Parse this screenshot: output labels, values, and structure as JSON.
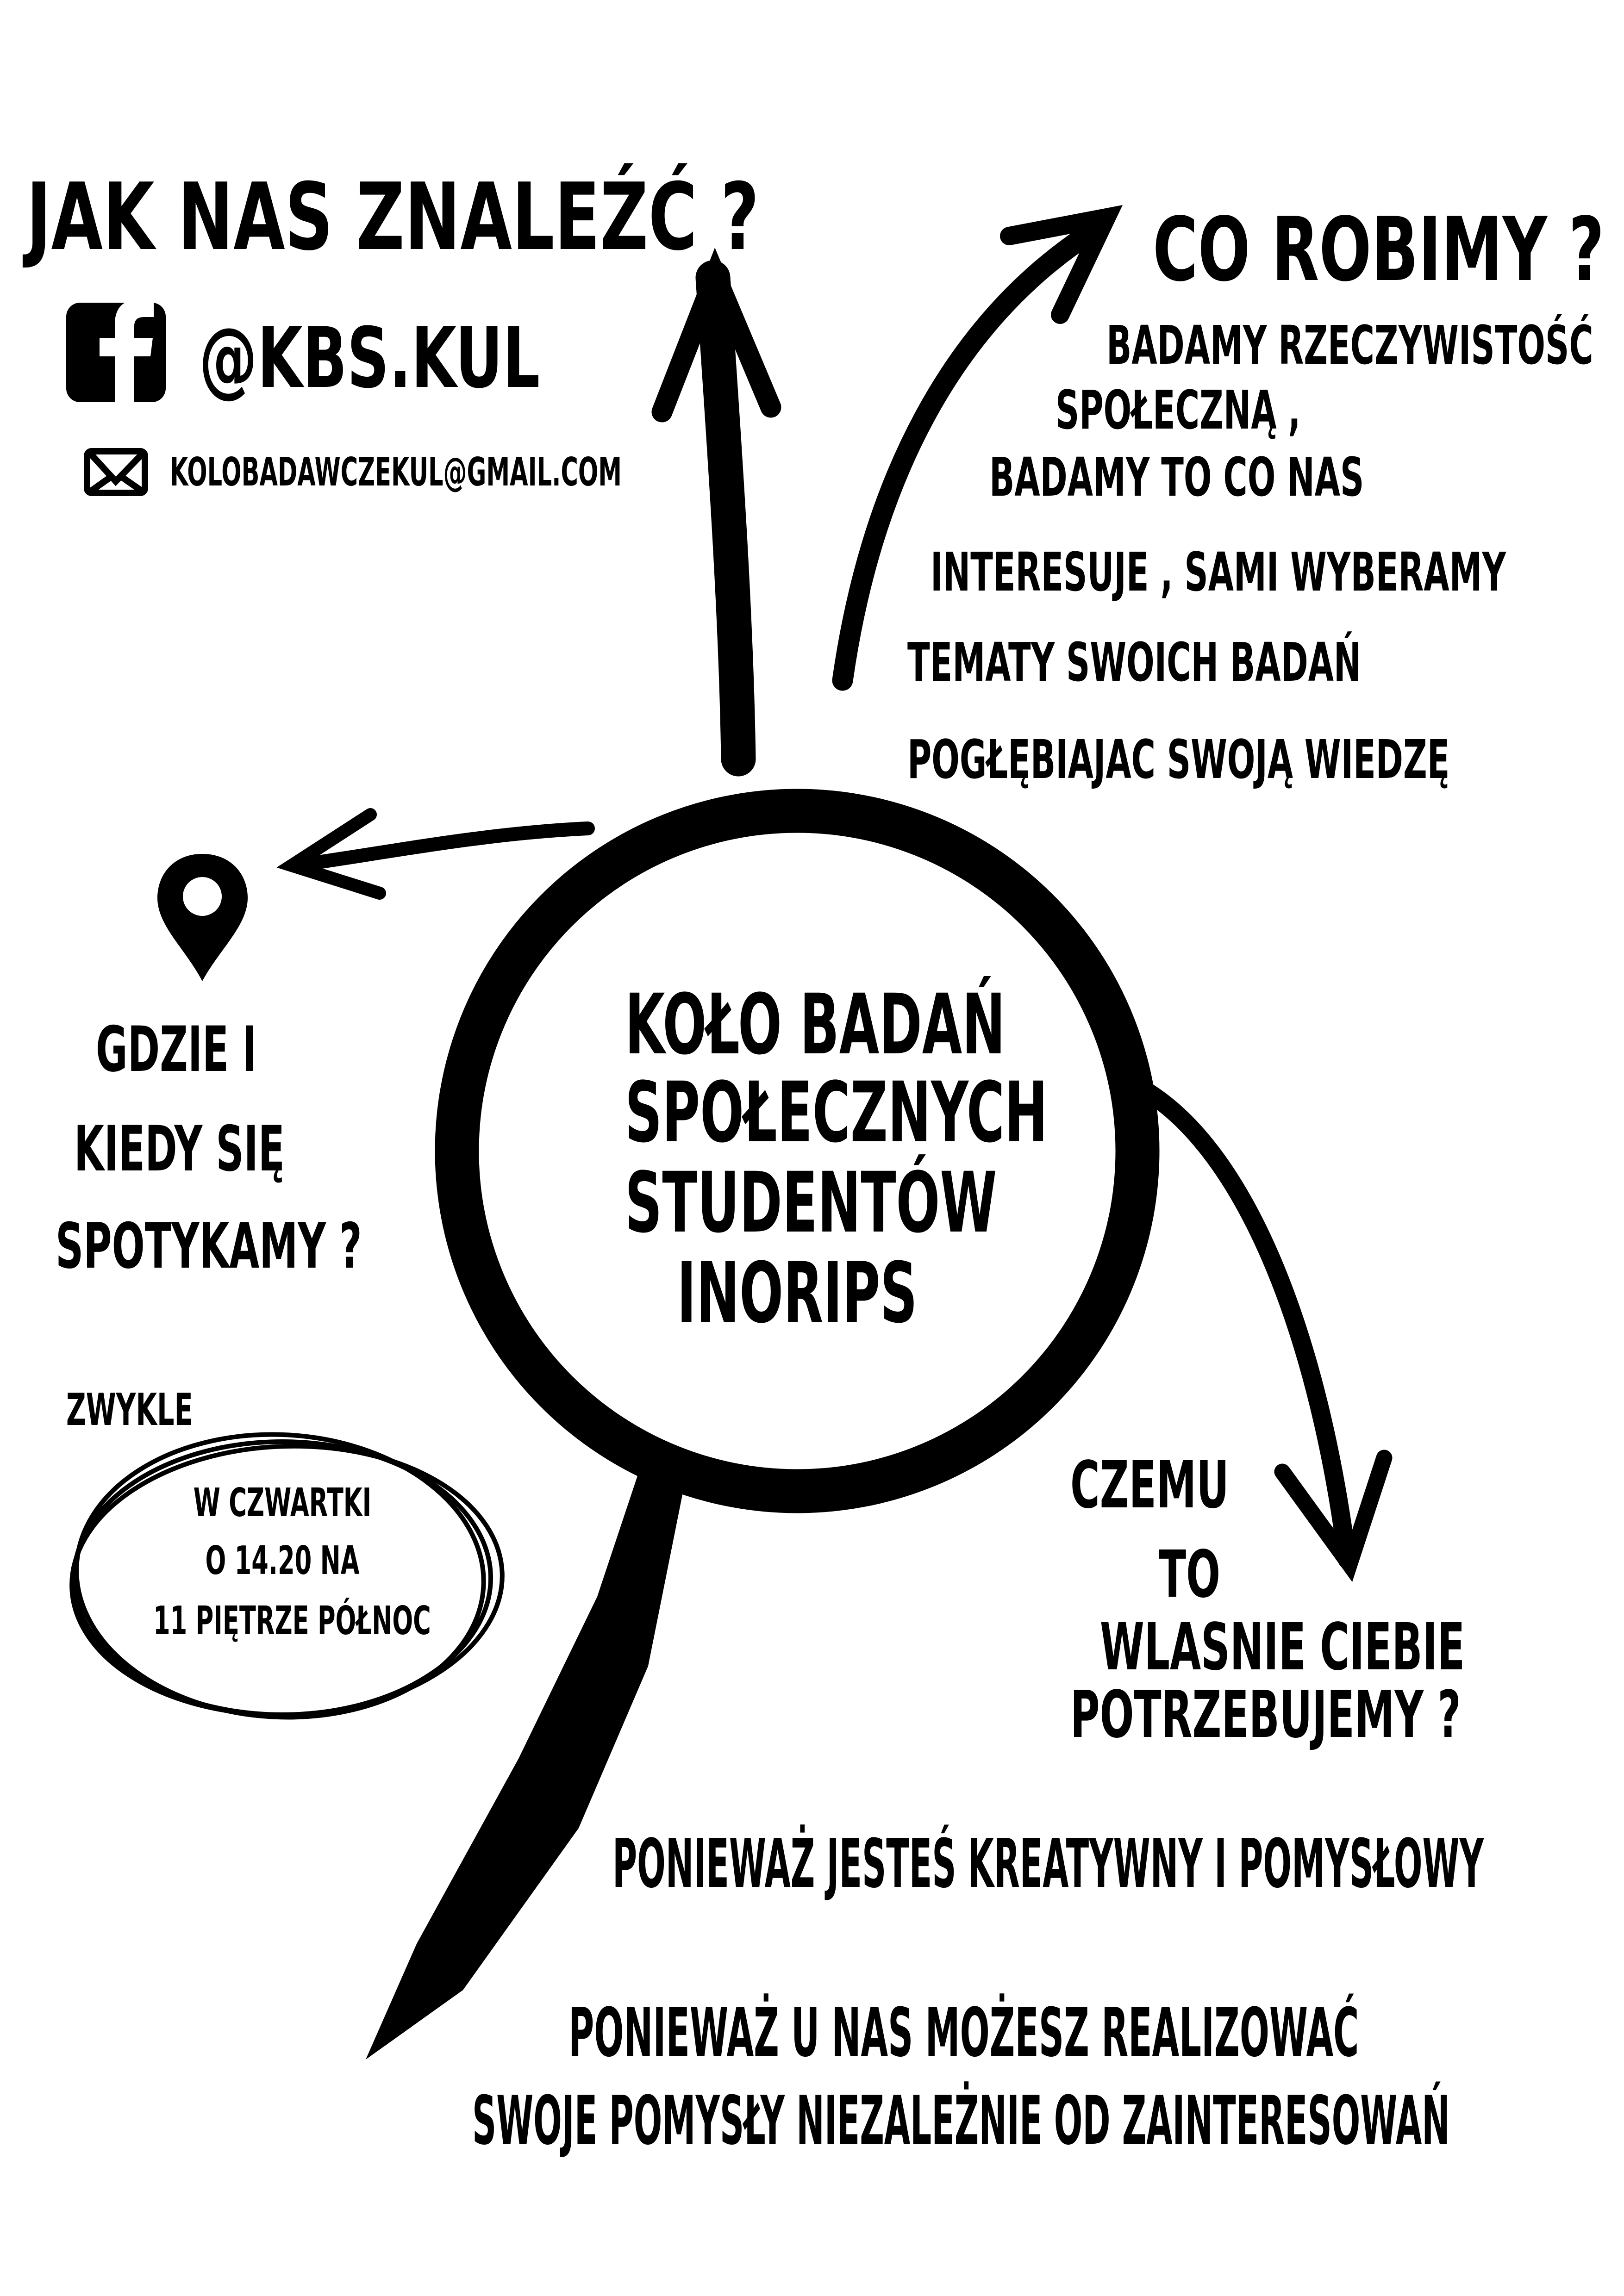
{
  "find_us": {
    "heading": "JAK NAS ZNALEŹĆ ?",
    "facebook_handle": "@KBS.KUL",
    "email": "KOLOBADAWCZEKUL@GMAIL.COM"
  },
  "what_we_do": {
    "heading": "CO ROBIMY ?",
    "lines": [
      "BADAMY RZECZYWISTOŚĆ",
      "SPOŁECZNĄ ,",
      "BADAMY TO CO NAS",
      "INTERESUJE , SAMI WYBERAMY",
      "TEMATY SWOICH BADAŃ",
      "POGŁĘBIAJAC SWOJĄ WIEDZĘ"
    ]
  },
  "center": {
    "lines": [
      "KOŁO BADAŃ",
      "SPOŁECZNYCH",
      "STUDENTÓW",
      "INORIPS"
    ]
  },
  "where_when": {
    "lines": [
      "GDZIE I",
      "KIEDY SIĘ",
      "SPOTYKAMY ?"
    ],
    "usually": "ZWYKLE",
    "details": [
      "W CZWARTKI",
      "O 14.20 NA",
      "11 PIĘTRZE PÓŁNOC"
    ]
  },
  "why_you": {
    "lines": [
      "CZEMU",
      "TO",
      "WLASNIE CIEBIE",
      "POTRZEBUJEMY ?"
    ],
    "reasons": [
      "PONIEWAŻ JESTEŚ KREATYWNY I POMYSŁOWY",
      "PONIEWAŻ U NAS MOŻESZ REALIZOWAĆ",
      "SWOJE POMYSŁY NIEZALEŻNIE OD ZAINTERESOWAŃ"
    ]
  }
}
